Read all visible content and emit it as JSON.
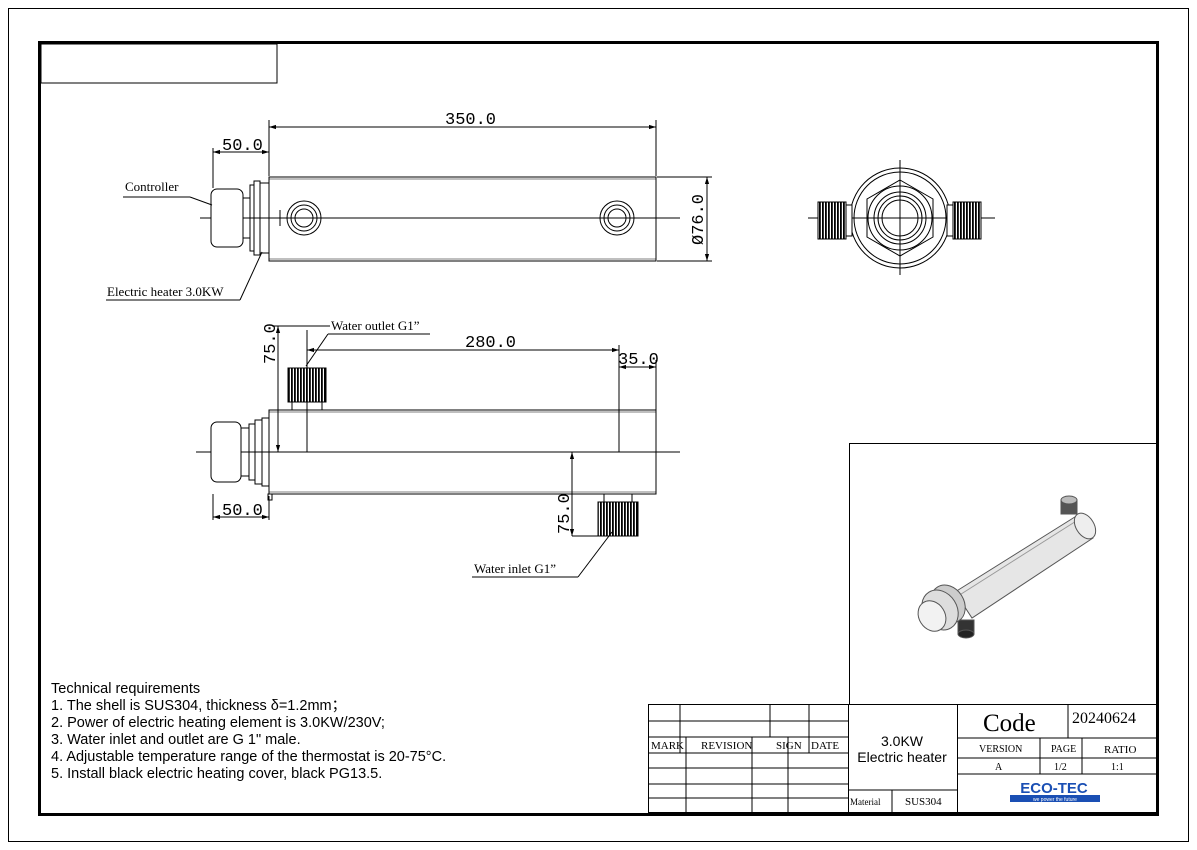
{
  "drawing": {
    "front_view": {
      "dim_length": "350.0",
      "dim_controller": "50.0",
      "dim_diameter": "Ø76.0",
      "label_controller": "Controller",
      "label_heater": "Electric heater 3.0KW"
    },
    "bottom_view": {
      "dim_outlet_height": "75.0",
      "dim_spacing": "280.0",
      "dim_end": "35.0",
      "dim_controller": "50.0",
      "dim_inlet_height": "75.0",
      "label_outlet": "Water outlet G1”",
      "label_inlet": "Water inlet G1”"
    }
  },
  "technical": {
    "title": "Technical requirements",
    "items": [
      "1. The shell is SUS304, thickness δ=1.2mm；",
      "2. Power of electric heating element  is 3.0KW/230V;",
      "3. Water inlet and outlet are G 1\" male.",
      "4. Adjustable temperature range of the thermostat is 20-75°C.",
      "5. Install black electric heating cover, black PG13.5."
    ]
  },
  "title_block": {
    "headers": {
      "mark": "MARK",
      "revision": "REVISION",
      "sign": "SIGN",
      "date": "DATE"
    },
    "product_line1": "3.0KW",
    "product_line2": "Electric heater",
    "material_label": "Material",
    "material_value": "SUS304",
    "code_label": "Code",
    "code_value": "20240624",
    "version_label": "VERSION",
    "page_label": "PAGE",
    "ratio_label": "RATIO",
    "version_value": "A",
    "page_value": "1/2",
    "ratio_value": "1:1",
    "logo_text": "ECO-TEC",
    "logo_tagline": "we power the future"
  }
}
